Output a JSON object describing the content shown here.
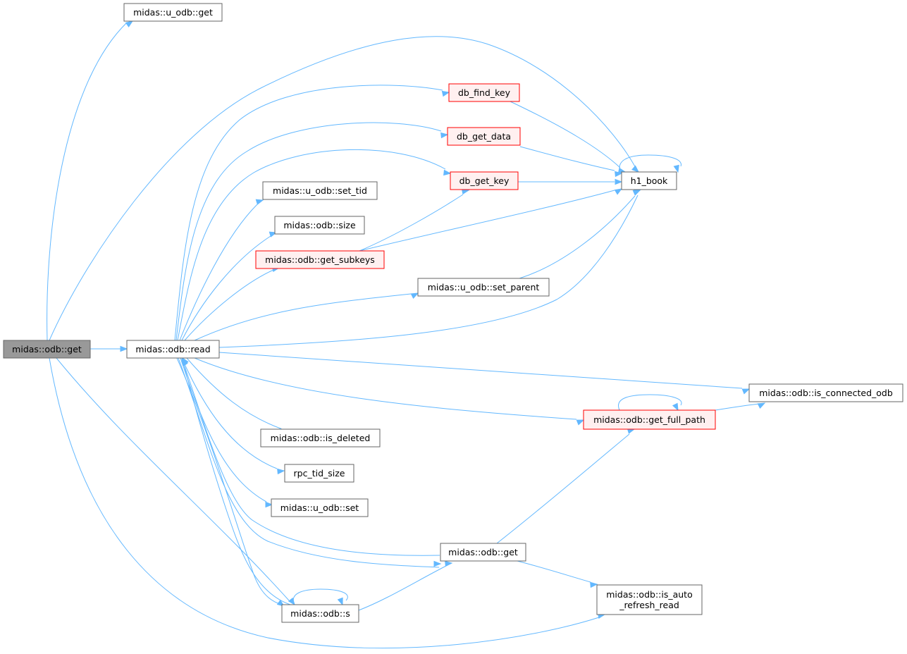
{
  "colors": {
    "edge": "#63b8ff",
    "root_fill": "#999999",
    "root_stroke": "#666666",
    "default_fill": "#ffffff",
    "default_stroke": "#666666",
    "highlight_fill": "#fff0f0",
    "highlight_stroke": "#ff0000"
  },
  "nodes": [
    {
      "id": "root",
      "name": "node-midas-odb-get-root",
      "lines": [
        "midas::odb::get"
      ],
      "style": "root"
    },
    {
      "id": "uodb_get",
      "name": "node-midas-u-odb-get",
      "lines": [
        "midas::u_odb::get"
      ],
      "style": "default"
    },
    {
      "id": "read",
      "name": "node-midas-odb-read",
      "lines": [
        "midas::odb::read"
      ],
      "style": "default"
    },
    {
      "id": "db_find_key",
      "name": "node-db-find-key",
      "lines": [
        "db_find_key"
      ],
      "style": "highlight"
    },
    {
      "id": "db_get_data",
      "name": "node-db-get-data",
      "lines": [
        "db_get_data"
      ],
      "style": "highlight"
    },
    {
      "id": "db_get_key",
      "name": "node-db-get-key",
      "lines": [
        "db_get_key"
      ],
      "style": "highlight"
    },
    {
      "id": "h1_book",
      "name": "node-h1-book",
      "lines": [
        "h1_book"
      ],
      "style": "default"
    },
    {
      "id": "set_tid",
      "name": "node-midas-u-odb-set-tid",
      "lines": [
        "midas::u_odb::set_tid"
      ],
      "style": "default"
    },
    {
      "id": "size",
      "name": "node-midas-odb-size",
      "lines": [
        "midas::odb::size"
      ],
      "style": "default"
    },
    {
      "id": "get_subkeys",
      "name": "node-midas-odb-get-subkeys",
      "lines": [
        "midas::odb::get_subkeys"
      ],
      "style": "highlight"
    },
    {
      "id": "set_parent",
      "name": "node-midas-u-odb-set-parent",
      "lines": [
        "midas::u_odb::set_parent"
      ],
      "style": "default"
    },
    {
      "id": "is_connected_odb",
      "name": "node-midas-odb-is-connected-odb",
      "lines": [
        "midas::odb::is_connected_odb"
      ],
      "style": "default"
    },
    {
      "id": "get_full_path",
      "name": "node-midas-odb-get-full-path",
      "lines": [
        "midas::odb::get_full_path"
      ],
      "style": "highlight"
    },
    {
      "id": "is_deleted",
      "name": "node-midas-odb-is-deleted",
      "lines": [
        "midas::odb::is_deleted"
      ],
      "style": "default"
    },
    {
      "id": "rpc_tid_size",
      "name": "node-rpc-tid-size",
      "lines": [
        "rpc_tid_size"
      ],
      "style": "default"
    },
    {
      "id": "uodb_set",
      "name": "node-midas-u-odb-set",
      "lines": [
        "midas::u_odb::set"
      ],
      "style": "default"
    },
    {
      "id": "odb_get2",
      "name": "node-midas-odb-get",
      "lines": [
        "midas::odb::get"
      ],
      "style": "default"
    },
    {
      "id": "is_auto_refresh_read",
      "name": "node-midas-odb-is-auto-refresh-read",
      "lines": [
        "midas::odb::is_auto",
        "_refresh_read"
      ],
      "style": "default"
    },
    {
      "id": "odb_s",
      "name": "node-midas-odb-s",
      "lines": [
        "midas::odb::s"
      ],
      "style": "default"
    }
  ],
  "edges": [
    {
      "from": "root",
      "to": "uodb_get"
    },
    {
      "from": "root",
      "to": "h1_book"
    },
    {
      "from": "root",
      "to": "read"
    },
    {
      "from": "root",
      "to": "odb_s"
    },
    {
      "from": "root",
      "to": "is_auto_refresh_read"
    },
    {
      "from": "read",
      "to": "db_find_key"
    },
    {
      "from": "read",
      "to": "db_get_data"
    },
    {
      "from": "read",
      "to": "db_get_key"
    },
    {
      "from": "read",
      "to": "set_tid"
    },
    {
      "from": "read",
      "to": "size"
    },
    {
      "from": "read",
      "to": "get_subkeys"
    },
    {
      "from": "read",
      "to": "set_parent"
    },
    {
      "from": "read",
      "to": "h1_book"
    },
    {
      "from": "read",
      "to": "is_connected_odb"
    },
    {
      "from": "read",
      "to": "get_full_path"
    },
    {
      "from": "read",
      "to": "is_deleted"
    },
    {
      "from": "read",
      "to": "rpc_tid_size"
    },
    {
      "from": "read",
      "to": "uodb_set"
    },
    {
      "from": "read",
      "to": "odb_get2"
    },
    {
      "from": "read",
      "to": "odb_s"
    },
    {
      "from": "db_find_key",
      "to": "h1_book"
    },
    {
      "from": "db_get_data",
      "to": "h1_book"
    },
    {
      "from": "db_get_key",
      "to": "h1_book"
    },
    {
      "from": "h1_book",
      "to": "h1_book"
    },
    {
      "from": "get_subkeys",
      "to": "db_get_key"
    },
    {
      "from": "get_subkeys",
      "to": "h1_book"
    },
    {
      "from": "set_parent",
      "to": "h1_book"
    },
    {
      "from": "get_full_path",
      "to": "get_full_path"
    },
    {
      "from": "get_full_path",
      "to": "is_connected_odb"
    },
    {
      "from": "odb_get2",
      "to": "read"
    },
    {
      "from": "odb_get2",
      "to": "get_full_path"
    },
    {
      "from": "odb_get2",
      "to": "is_auto_refresh_read"
    },
    {
      "from": "odb_s",
      "to": "odb_s"
    },
    {
      "from": "odb_s",
      "to": "read"
    },
    {
      "from": "odb_s",
      "to": "odb_get2"
    }
  ]
}
